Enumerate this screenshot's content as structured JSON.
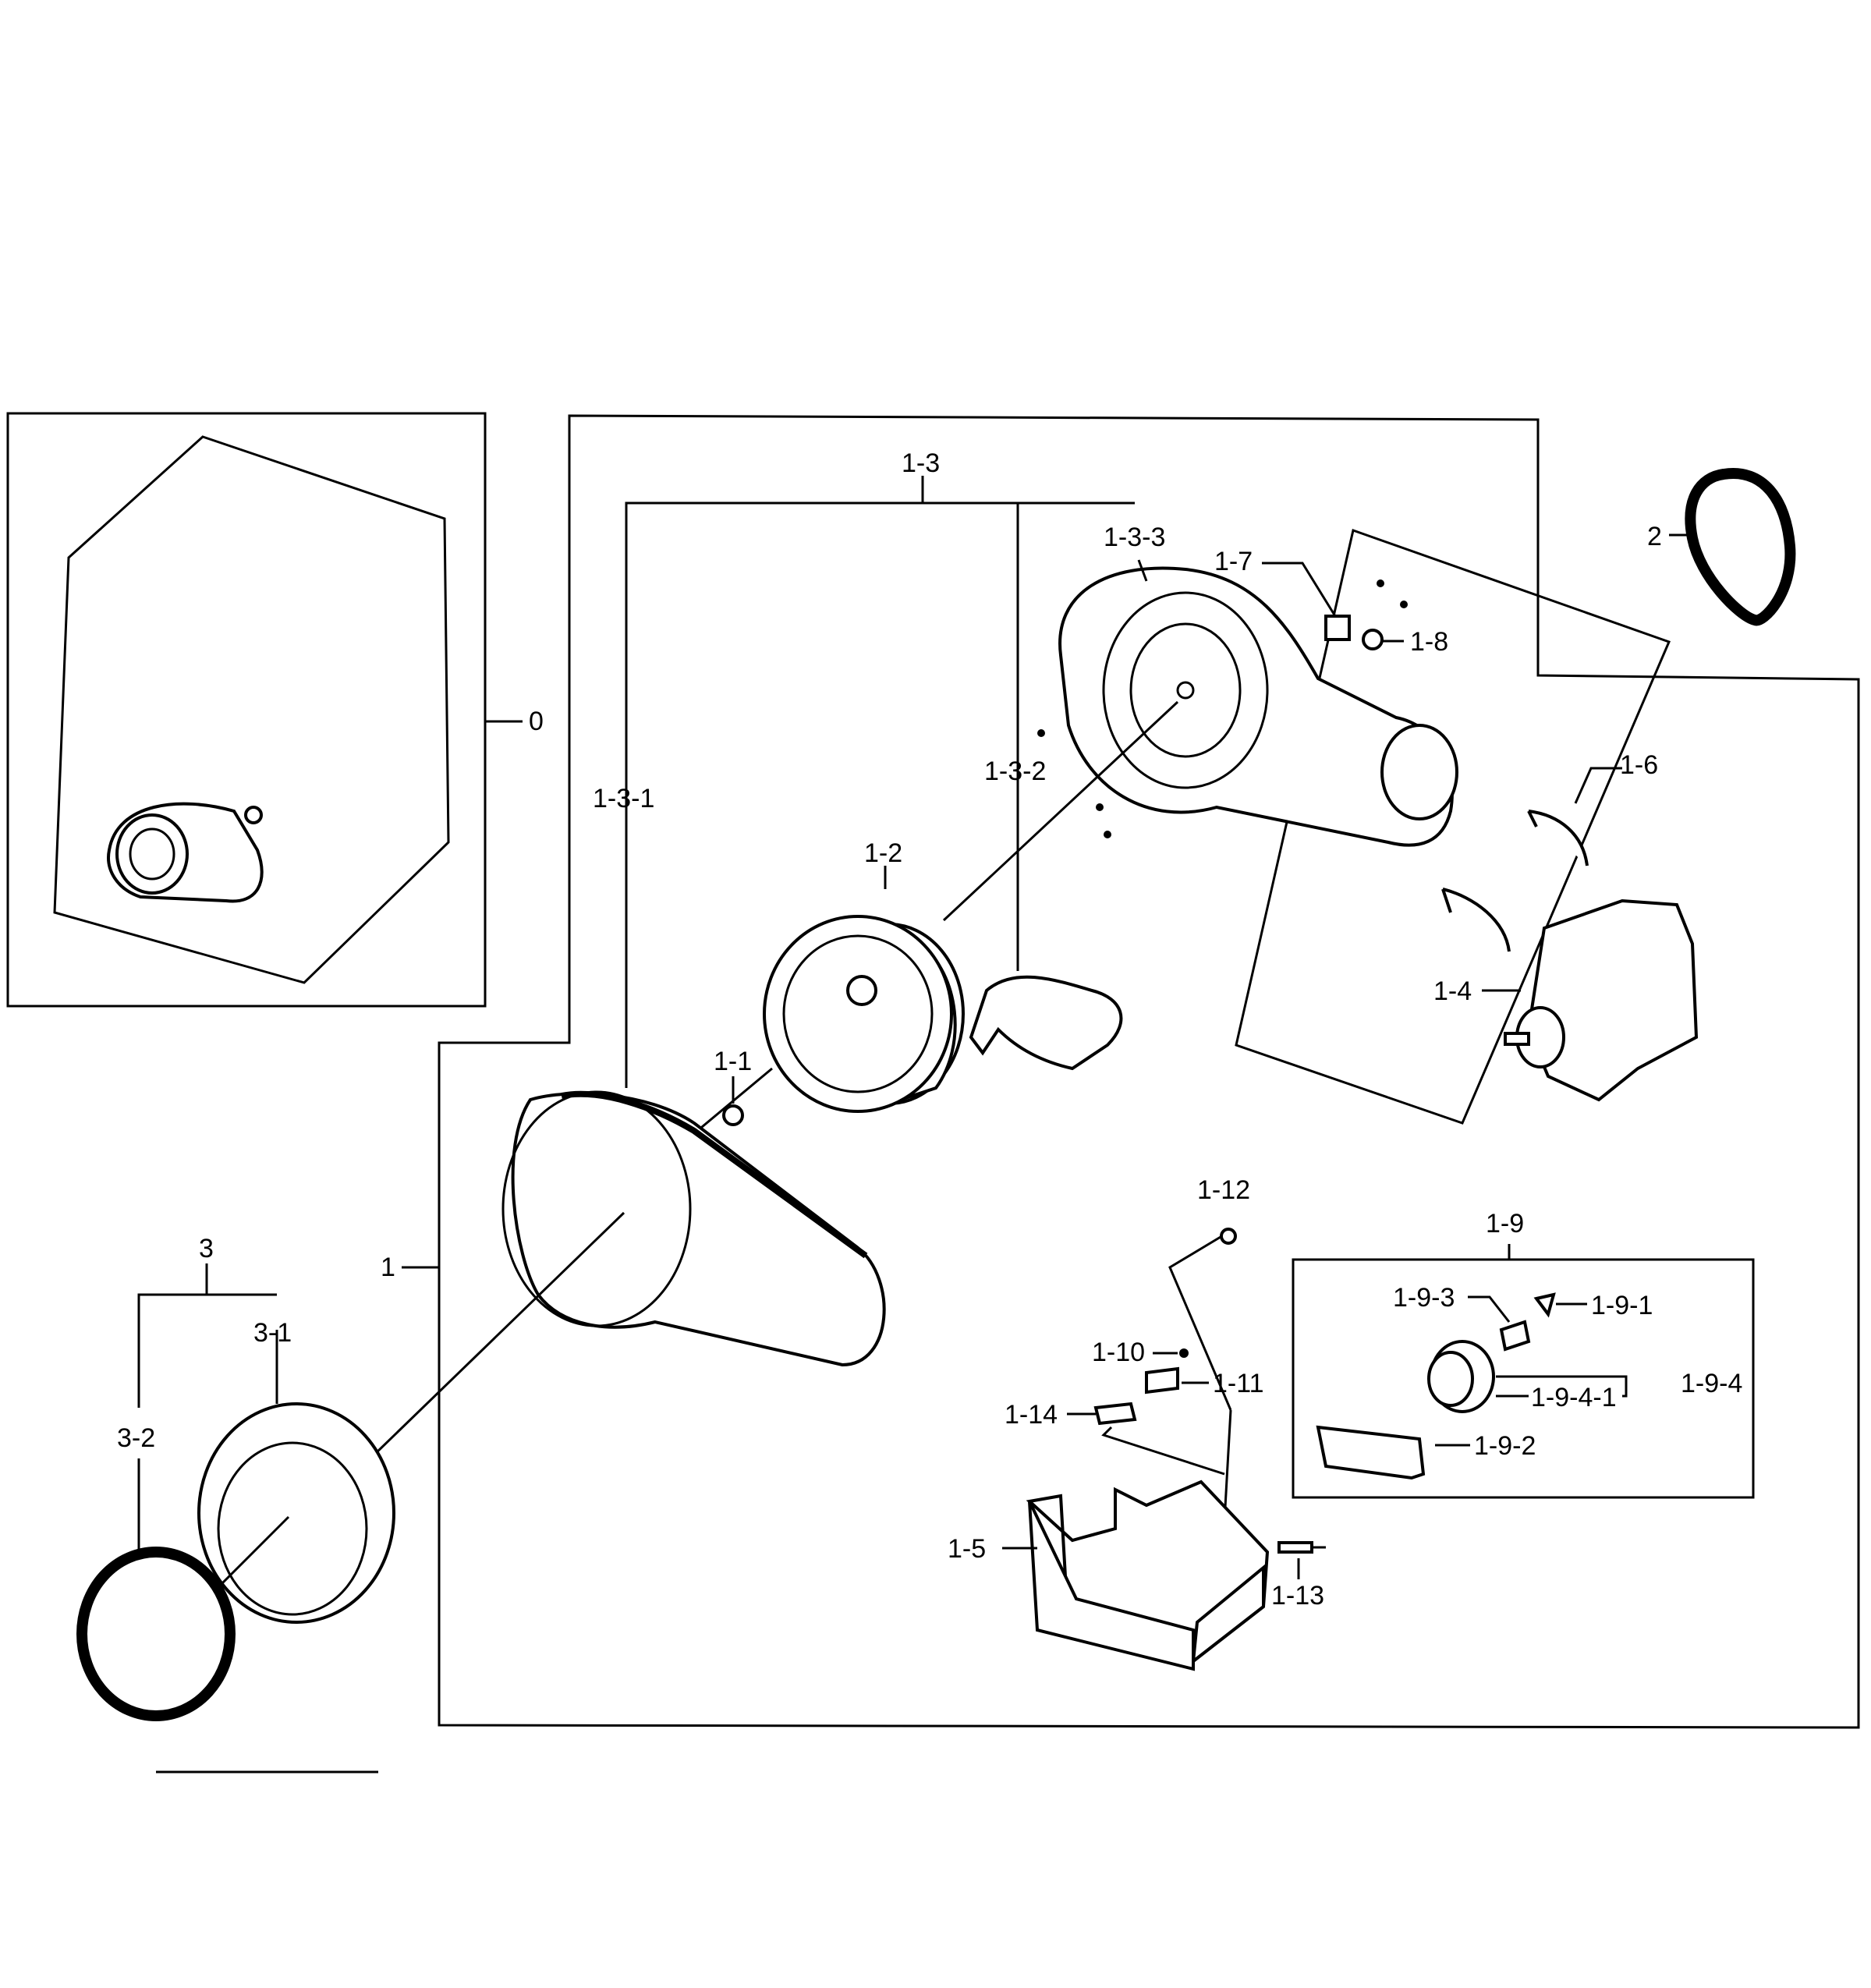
{
  "labels": {
    "l_0": "0",
    "l_1": "1",
    "l_1_1": "1-1",
    "l_1_2": "1-2",
    "l_1_3": "1-3",
    "l_1_3_1": "1-3-1",
    "l_1_3_2": "1-3-2",
    "l_1_3_3": "1-3-3",
    "l_1_4": "1-4",
    "l_1_5": "1-5",
    "l_1_6": "1-6",
    "l_1_7": "1-7",
    "l_1_8": "1-8",
    "l_1_9": "1-9",
    "l_1_9_1": "1-9-1",
    "l_1_9_2": "1-9-2",
    "l_1_9_3": "1-9-3",
    "l_1_9_4": "1-9-4",
    "l_1_9_4_1": "1-9-4-1",
    "l_1_10": "1-10",
    "l_1_11": "1-11",
    "l_1_12": "1-12",
    "l_1_13": "1-13",
    "l_1_14": "1-14",
    "l_2": "2",
    "l_3": "3",
    "l_3_1": "3-1",
    "l_3_2": "3-2"
  }
}
